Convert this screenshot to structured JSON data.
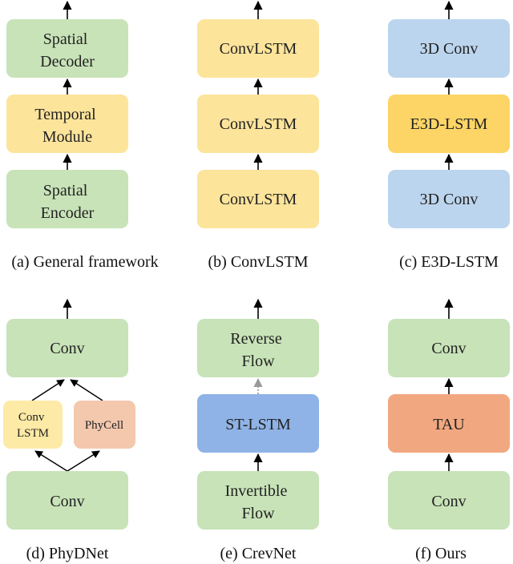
{
  "colors": {
    "green": "#c8e3b8",
    "yellow": "#fde49b",
    "gold": "#fdd566",
    "blue": "#bcd5ee",
    "dark_blue": "#8fb3e6",
    "salmon": "#f4c8ad",
    "orange": "#f1a880",
    "light_yellow": "#fdeaa6",
    "arrow": "#000000",
    "dashed_arrow": "#999999"
  },
  "panels": {
    "a": {
      "caption": "(a) General framework",
      "top": [
        "Spatial",
        "Decoder"
      ],
      "middle": [
        "Temporal",
        "Module"
      ],
      "bottom": [
        "Spatial",
        "Encoder"
      ]
    },
    "b": {
      "caption": "(b) ConvLSTM",
      "top": "ConvLSTM",
      "middle": "ConvLSTM",
      "bottom": "ConvLSTM"
    },
    "c": {
      "caption": "(c) E3D-LSTM",
      "top": "3D Conv",
      "middle": "E3D-LSTM",
      "bottom": "3D Conv"
    },
    "d": {
      "caption": "(d) PhyDNet",
      "top": "Conv",
      "left": [
        "Conv",
        "LSTM"
      ],
      "right": "PhyCell",
      "bottom": "Conv"
    },
    "e": {
      "caption": "(e) CrevNet",
      "top": [
        "Reverse",
        "Flow"
      ],
      "middle": "ST-LSTM",
      "bottom": [
        "Invertible",
        "Flow"
      ]
    },
    "f": {
      "caption": "(f) Ours",
      "top": "Conv",
      "middle": "TAU",
      "bottom": "Conv"
    }
  }
}
